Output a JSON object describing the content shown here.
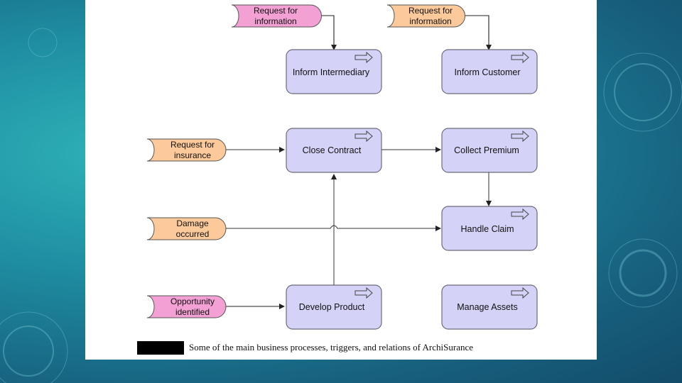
{
  "caption": "Some of the main business processes, triggers, and relations of ArchiSurance",
  "processes": {
    "inform_intermediary": "Inform Intermediary",
    "inform_customer": "Inform Customer",
    "close_contract": "Close Contract",
    "collect_premium": "Collect Premium",
    "handle_claim": "Handle Claim",
    "develop_product": "Develop Product",
    "manage_assets": "Manage Assets"
  },
  "events": {
    "request_info_1": [
      "Request for",
      "information"
    ],
    "request_info_2": [
      "Request for",
      "information"
    ],
    "request_insurance": [
      "Request for",
      "insurance"
    ],
    "damage_occurred": [
      "Damage",
      "occurred"
    ],
    "opportunity_identified": [
      "Opportunity",
      "identified"
    ]
  },
  "colors": {
    "process_fill": "#d4d3f7",
    "event_pink": "#f3a1d4",
    "event_orange": "#fbc99a",
    "background_teal": "#1f8fa3"
  },
  "icons": {
    "process": "process-arrow-icon",
    "redacted": "redacted-label-block"
  }
}
